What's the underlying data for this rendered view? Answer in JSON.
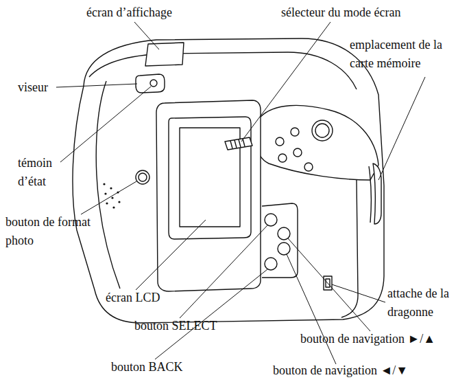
{
  "diagram": {
    "labels": [
      "écran d’affichage",
      "sélecteur du mode écran",
      "emplacement de la carte mémoire",
      "viseur",
      "témoin d’état",
      "bouton de format photo",
      "écran LCD",
      "attache de la dragonne",
      "bouton SELECT",
      "bouton de navigation ►/▲",
      "bouton BACK",
      "bouton de navigation ◄/▼"
    ]
  }
}
